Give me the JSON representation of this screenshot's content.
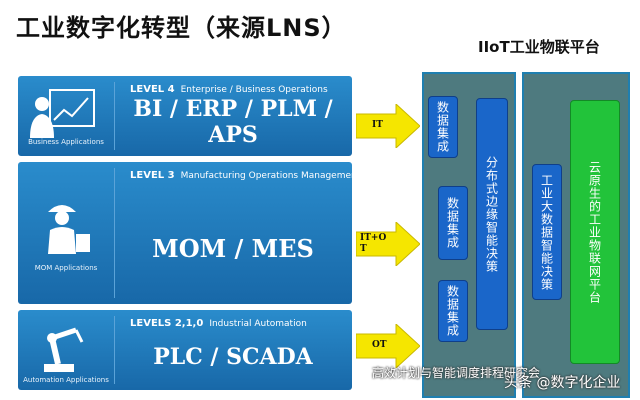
{
  "title": "工业数字化转型（来源LNS）",
  "iiot_title": "IIoT工业物联平台",
  "levels": [
    {
      "head_num": "LEVEL 4",
      "head_desc": "Enterprise / Business Operations",
      "main": "BI / ERP / PLM /\nAPS",
      "icon_label": "Business Applications",
      "icon": "business-chart-icon"
    },
    {
      "head_num": "LEVEL 3",
      "head_desc": "Manufacturing Operations Management",
      "main": "MOM / MES",
      "icon_label": "MOM Applications",
      "icon": "engineer-icon"
    },
    {
      "head_num": "LEVELS 2,1,0",
      "head_desc": "Industrial Automation",
      "main": "PLC / SCADA",
      "icon_label": "Automation Applications",
      "icon": "robot-arm-icon"
    }
  ],
  "arrows": [
    {
      "label": "IT"
    },
    {
      "label": "IT+O\nT"
    },
    {
      "label": "OT"
    }
  ],
  "data_collection": "数据集成",
  "edge_decision": "分布式边缘智能决策",
  "bigdata_decision": "工业大数据智能决策",
  "cloud_platform": "云原生的工业物联网平台",
  "watermark": {
    "left": "高效计划与智能调度排程研究会",
    "right": "头条 @数字化企业"
  },
  "colors": {
    "level_blue": "#1f78bb",
    "arrow_yellow": "#f5e600",
    "panel_bg": "#4e7a7f",
    "blue_box": "#1a66c9",
    "green_box": "#22c33a"
  }
}
